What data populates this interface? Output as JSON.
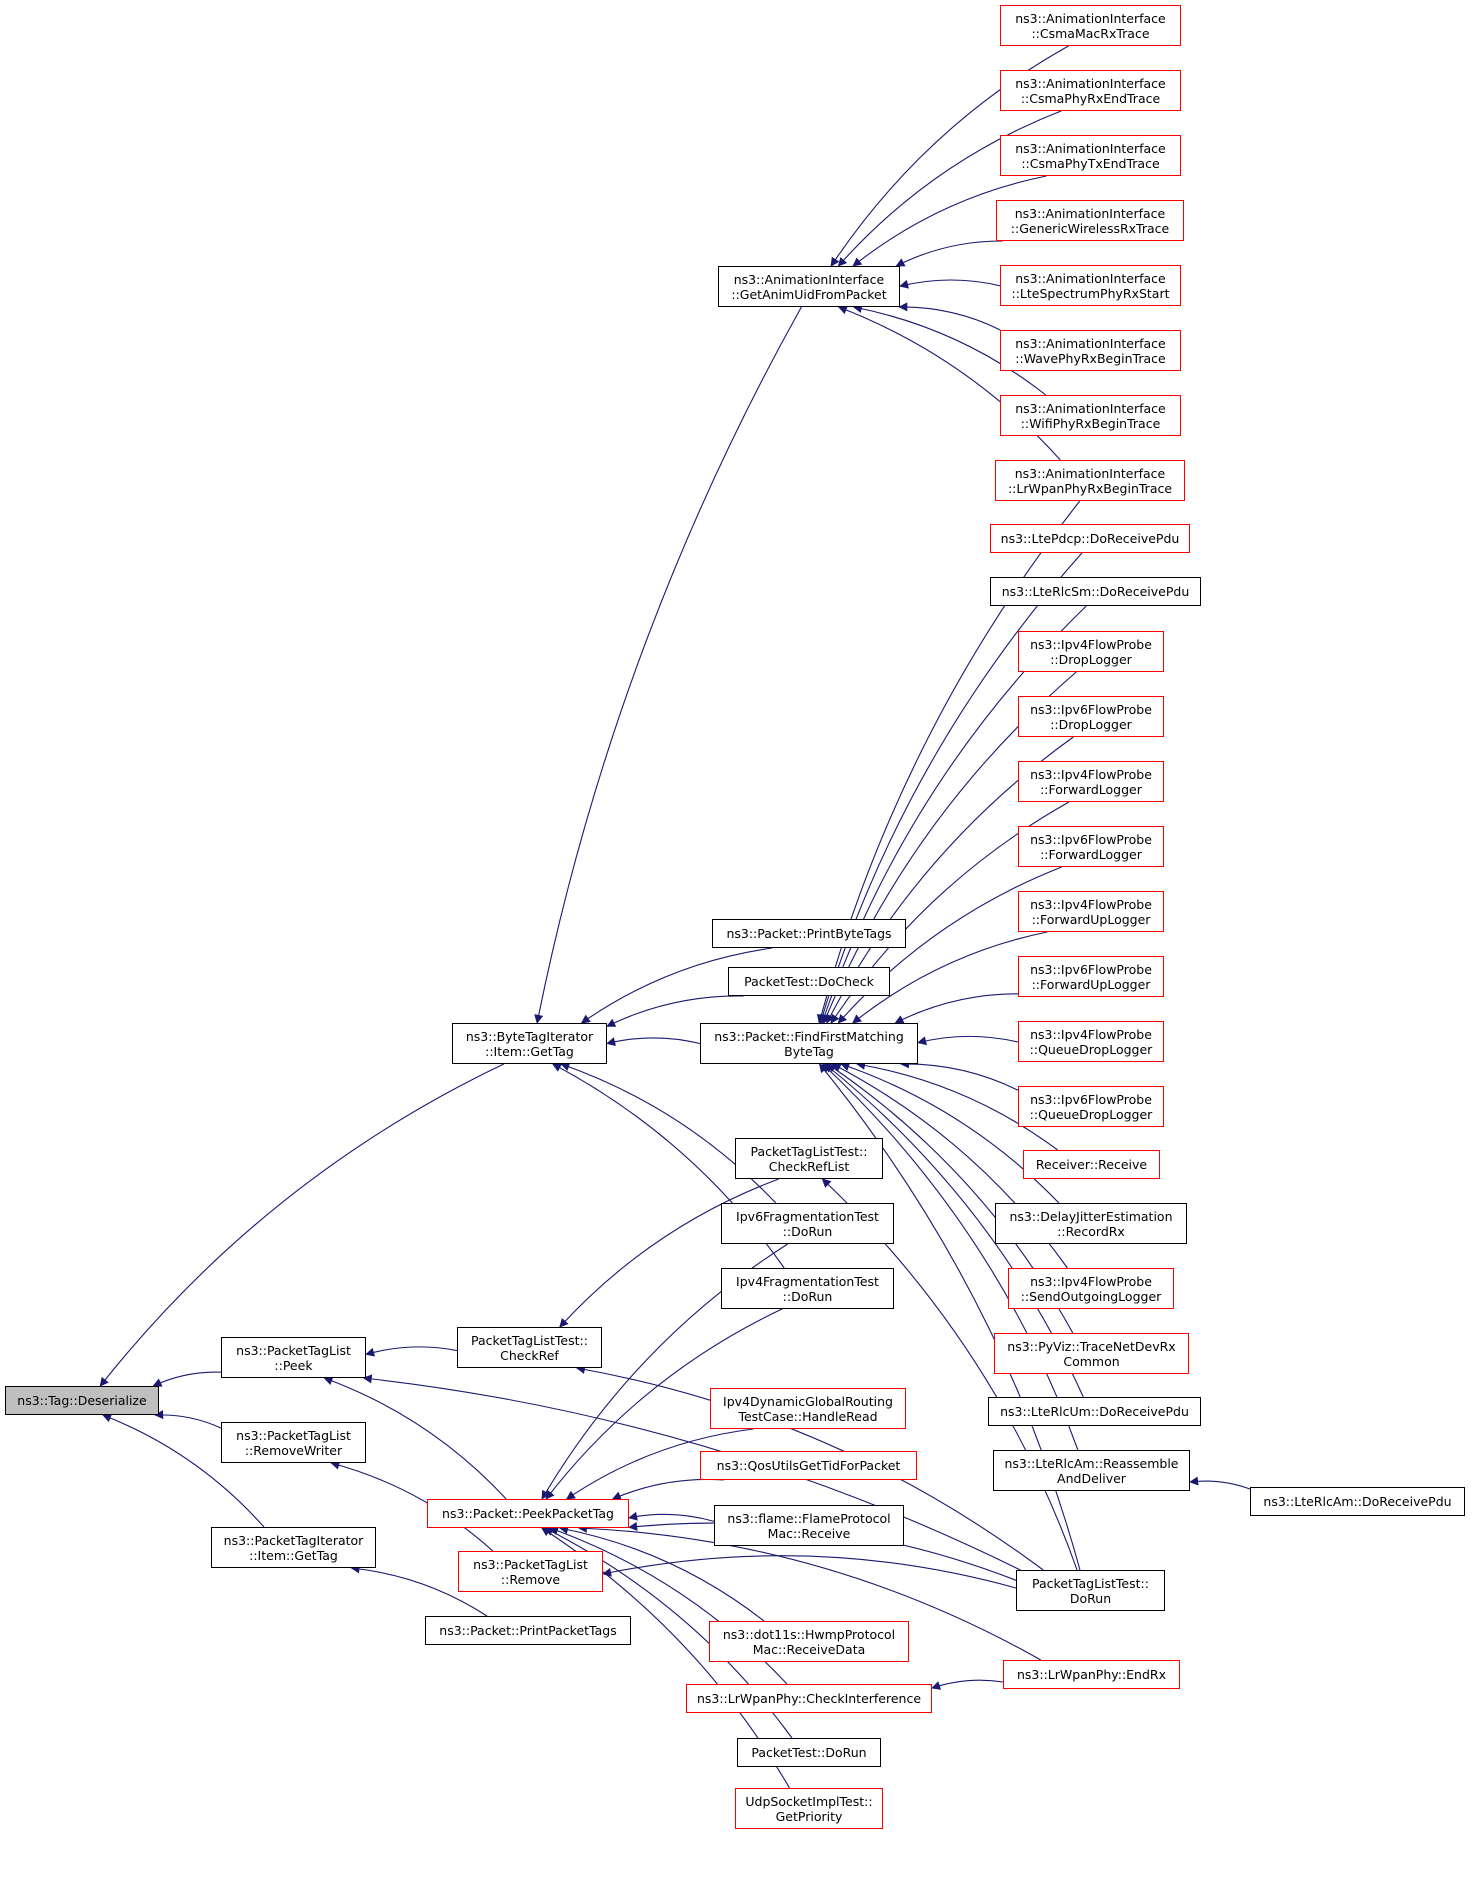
{
  "diagram": {
    "nodes": [
      {
        "id": "tag-deserialize",
        "lines": [
          "ns3::Tag::Deserialize"
        ],
        "style": "root"
      },
      {
        "id": "bti-gettag",
        "lines": [
          "ns3::ByteTagIterator",
          "::Item::GetTag"
        ],
        "style": "black"
      },
      {
        "id": "ptl-peek",
        "lines": [
          "ns3::PacketTagList",
          "::Peek"
        ],
        "style": "black"
      },
      {
        "id": "ptl-removewriter",
        "lines": [
          "ns3::PacketTagList",
          "::RemoveWriter"
        ],
        "style": "black"
      },
      {
        "id": "pti-gettag",
        "lines": [
          "ns3::PacketTagIterator",
          "::Item::GetTag"
        ],
        "style": "black"
      },
      {
        "id": "ai-getanimuid",
        "lines": [
          "ns3::AnimationInterface",
          "::GetAnimUidFromPacket"
        ],
        "style": "black"
      },
      {
        "id": "pkt-printbytetags",
        "lines": [
          "ns3::Packet::PrintByteTags"
        ],
        "style": "black"
      },
      {
        "id": "packettest-docheck",
        "lines": [
          "PacketTest::DoCheck"
        ],
        "style": "black"
      },
      {
        "id": "pkt-findfirstmatching",
        "lines": [
          "ns3::Packet::FindFirstMatching",
          "ByteTag"
        ],
        "style": "black"
      },
      {
        "id": "ptlt-checkreflist",
        "lines": [
          "PacketTagListTest::",
          "CheckRefList"
        ],
        "style": "black"
      },
      {
        "id": "ipv6frag-dorun",
        "lines": [
          "Ipv6FragmentationTest",
          "::DoRun"
        ],
        "style": "black"
      },
      {
        "id": "ipv4frag-dorun",
        "lines": [
          "Ipv4FragmentationTest",
          "::DoRun"
        ],
        "style": "black"
      },
      {
        "id": "ptlt-checkref",
        "lines": [
          "PacketTagListTest::",
          "CheckRef"
        ],
        "style": "black"
      },
      {
        "id": "ipv4dyn-handleread",
        "lines": [
          "Ipv4DynamicGlobalRouting",
          "TestCase::HandleRead"
        ],
        "style": "red"
      },
      {
        "id": "qosutils",
        "lines": [
          "ns3::QosUtilsGetTidForPacket"
        ],
        "style": "red"
      },
      {
        "id": "pkt-peekpackettag",
        "lines": [
          "ns3::Packet::PeekPacketTag"
        ],
        "style": "red"
      },
      {
        "id": "flame-receive",
        "lines": [
          "ns3::flame::FlameProtocol",
          "Mac::Receive"
        ],
        "style": "black"
      },
      {
        "id": "ptl-remove",
        "lines": [
          "ns3::PacketTagList",
          "::Remove"
        ],
        "style": "red"
      },
      {
        "id": "pkt-printpackettags",
        "lines": [
          "ns3::Packet::PrintPacketTags"
        ],
        "style": "black"
      },
      {
        "id": "hwmp-receivedata",
        "lines": [
          "ns3::dot11s::HwmpProtocol",
          "Mac::ReceiveData"
        ],
        "style": "red"
      },
      {
        "id": "lrwpan-checkinterference",
        "lines": [
          "ns3::LrWpanPhy::CheckInterference"
        ],
        "style": "red"
      },
      {
        "id": "packettest-dorun",
        "lines": [
          "PacketTest::DoRun"
        ],
        "style": "black"
      },
      {
        "id": "udpsocket-getpriority",
        "lines": [
          "UdpSocketImplTest::",
          "GetPriority"
        ],
        "style": "red"
      },
      {
        "id": "ai-csmamacrx",
        "lines": [
          "ns3::AnimationInterface",
          "::CsmaMacRxTrace"
        ],
        "style": "red"
      },
      {
        "id": "ai-csmaphyrxend",
        "lines": [
          "ns3::AnimationInterface",
          "::CsmaPhyRxEndTrace"
        ],
        "style": "red"
      },
      {
        "id": "ai-csmaphytxend",
        "lines": [
          "ns3::AnimationInterface",
          "::CsmaPhyTxEndTrace"
        ],
        "style": "red"
      },
      {
        "id": "ai-genericwireless",
        "lines": [
          "ns3::AnimationInterface",
          "::GenericWirelessRxTrace"
        ],
        "style": "red"
      },
      {
        "id": "ai-ltespectrum",
        "lines": [
          "ns3::AnimationInterface",
          "::LteSpectrumPhyRxStart"
        ],
        "style": "red"
      },
      {
        "id": "ai-wavephy",
        "lines": [
          "ns3::AnimationInterface",
          "::WavePhyRxBeginTrace"
        ],
        "style": "red"
      },
      {
        "id": "ai-wifiphy",
        "lines": [
          "ns3::AnimationInterface",
          "::WifiPhyRxBeginTrace"
        ],
        "style": "red"
      },
      {
        "id": "ai-lrwpanphy",
        "lines": [
          "ns3::AnimationInterface",
          "::LrWpanPhyRxBeginTrace"
        ],
        "style": "red"
      },
      {
        "id": "ltepdcp-doreceive",
        "lines": [
          "ns3::LtePdcp::DoReceivePdu"
        ],
        "style": "red"
      },
      {
        "id": "lterlcsm-doreceive",
        "lines": [
          "ns3::LteRlcSm::DoReceivePdu"
        ],
        "style": "black"
      },
      {
        "id": "ipv4fp-droplogger",
        "lines": [
          "ns3::Ipv4FlowProbe",
          "::DropLogger"
        ],
        "style": "red"
      },
      {
        "id": "ipv6fp-droplogger",
        "lines": [
          "ns3::Ipv6FlowProbe",
          "::DropLogger"
        ],
        "style": "red"
      },
      {
        "id": "ipv4fp-forwardlogger",
        "lines": [
          "ns3::Ipv4FlowProbe",
          "::ForwardLogger"
        ],
        "style": "red"
      },
      {
        "id": "ipv6fp-forwardlogger",
        "lines": [
          "ns3::Ipv6FlowProbe",
          "::ForwardLogger"
        ],
        "style": "red"
      },
      {
        "id": "ipv4fp-forwarduplogger",
        "lines": [
          "ns3::Ipv4FlowProbe",
          "::ForwardUpLogger"
        ],
        "style": "red"
      },
      {
        "id": "ipv6fp-forwarduplogger",
        "lines": [
          "ns3::Ipv6FlowProbe",
          "::ForwardUpLogger"
        ],
        "style": "red"
      },
      {
        "id": "ipv4fp-queuedroplogger",
        "lines": [
          "ns3::Ipv4FlowProbe",
          "::QueueDropLogger"
        ],
        "style": "red"
      },
      {
        "id": "ipv6fp-queuedroplogger",
        "lines": [
          "ns3::Ipv6FlowProbe",
          "::QueueDropLogger"
        ],
        "style": "red"
      },
      {
        "id": "receiver-receive",
        "lines": [
          "Receiver::Receive"
        ],
        "style": "red"
      },
      {
        "id": "delayjitter-recordrx",
        "lines": [
          "ns3::DelayJitterEstimation",
          "::RecordRx"
        ],
        "style": "black"
      },
      {
        "id": "ipv4fp-sendoutgoing",
        "lines": [
          "ns3::Ipv4FlowProbe",
          "::SendOutgoingLogger"
        ],
        "style": "red"
      },
      {
        "id": "pyviz-tracenetdevrx",
        "lines": [
          "ns3::PyViz::TraceNetDevRx",
          "Common"
        ],
        "style": "red"
      },
      {
        "id": "lterlcum-doreceive",
        "lines": [
          "ns3::LteRlcUm::DoReceivePdu"
        ],
        "style": "black"
      },
      {
        "id": "lterlcam-reassemble",
        "lines": [
          "ns3::LteRlcAm::Reassemble",
          "AndDeliver"
        ],
        "style": "black"
      },
      {
        "id": "lterlcam-doreceive",
        "lines": [
          "ns3::LteRlcAm::DoReceivePdu"
        ],
        "style": "black"
      },
      {
        "id": "ptlt-dorun",
        "lines": [
          "PacketTagListTest::",
          "DoRun"
        ],
        "style": "black"
      },
      {
        "id": "lrwpan-endrx",
        "lines": [
          "ns3::LrWpanPhy::EndRx"
        ],
        "style": "red"
      }
    ],
    "edges": [
      {
        "from": "bti-gettag",
        "to": "tag-deserialize"
      },
      {
        "from": "ptl-peek",
        "to": "tag-deserialize"
      },
      {
        "from": "ptl-removewriter",
        "to": "tag-deserialize"
      },
      {
        "from": "pti-gettag",
        "to": "tag-deserialize"
      },
      {
        "from": "ai-getanimuid",
        "to": "bti-gettag"
      },
      {
        "from": "pkt-printbytetags",
        "to": "bti-gettag"
      },
      {
        "from": "packettest-docheck",
        "to": "bti-gettag"
      },
      {
        "from": "pkt-findfirstmatching",
        "to": "bti-gettag"
      },
      {
        "from": "ipv6frag-dorun",
        "to": "bti-gettag"
      },
      {
        "from": "ipv4frag-dorun",
        "to": "bti-gettag"
      },
      {
        "from": "ai-csmamacrx",
        "to": "ai-getanimuid"
      },
      {
        "from": "ai-csmaphyrxend",
        "to": "ai-getanimuid"
      },
      {
        "from": "ai-csmaphytxend",
        "to": "ai-getanimuid"
      },
      {
        "from": "ai-genericwireless",
        "to": "ai-getanimuid"
      },
      {
        "from": "ai-ltespectrum",
        "to": "ai-getanimuid"
      },
      {
        "from": "ai-wavephy",
        "to": "ai-getanimuid"
      },
      {
        "from": "ai-wifiphy",
        "to": "ai-getanimuid"
      },
      {
        "from": "ai-lrwpanphy",
        "to": "ai-getanimuid"
      },
      {
        "from": "ai-lrwpanphy",
        "to": "pkt-findfirstmatching"
      },
      {
        "from": "ltepdcp-doreceive",
        "to": "pkt-findfirstmatching"
      },
      {
        "from": "lterlcsm-doreceive",
        "to": "pkt-findfirstmatching"
      },
      {
        "from": "ipv4fp-droplogger",
        "to": "pkt-findfirstmatching"
      },
      {
        "from": "ipv6fp-droplogger",
        "to": "pkt-findfirstmatching"
      },
      {
        "from": "ipv4fp-forwardlogger",
        "to": "pkt-findfirstmatching"
      },
      {
        "from": "ipv6fp-forwardlogger",
        "to": "pkt-findfirstmatching"
      },
      {
        "from": "ipv4fp-forwarduplogger",
        "to": "pkt-findfirstmatching"
      },
      {
        "from": "ipv6fp-forwarduplogger",
        "to": "pkt-findfirstmatching"
      },
      {
        "from": "ipv4fp-queuedroplogger",
        "to": "pkt-findfirstmatching"
      },
      {
        "from": "ipv6fp-queuedroplogger",
        "to": "pkt-findfirstmatching"
      },
      {
        "from": "receiver-receive",
        "to": "pkt-findfirstmatching"
      },
      {
        "from": "delayjitter-recordrx",
        "to": "pkt-findfirstmatching"
      },
      {
        "from": "ipv4fp-sendoutgoing",
        "to": "pkt-findfirstmatching"
      },
      {
        "from": "pyviz-tracenetdevrx",
        "to": "pkt-findfirstmatching"
      },
      {
        "from": "lterlcum-doreceive",
        "to": "pkt-findfirstmatching"
      },
      {
        "from": "lterlcam-reassemble",
        "to": "pkt-findfirstmatching"
      },
      {
        "from": "lterlcam-doreceive",
        "to": "lterlcam-reassemble"
      },
      {
        "from": "ptlt-dorun",
        "to": "pkt-findfirstmatching"
      },
      {
        "from": "ptlt-dorun",
        "to": "ptl-peek"
      },
      {
        "from": "ptlt-dorun",
        "to": "ptlt-checkreflist"
      },
      {
        "from": "ptlt-dorun",
        "to": "ptlt-checkref"
      },
      {
        "from": "ptlt-dorun",
        "to": "pkt-peekpackettag"
      },
      {
        "from": "lrwpan-endrx",
        "to": "pkt-peekpackettag"
      },
      {
        "from": "lrwpan-endrx",
        "to": "lrwpan-checkinterference"
      },
      {
        "from": "ptlt-checkreflist",
        "to": "ptlt-checkref"
      },
      {
        "from": "ptlt-checkref",
        "to": "ptl-peek"
      },
      {
        "from": "pkt-peekpackettag",
        "to": "ptl-peek"
      },
      {
        "from": "ipv6frag-dorun",
        "to": "pkt-peekpackettag"
      },
      {
        "from": "ipv4frag-dorun",
        "to": "pkt-peekpackettag"
      },
      {
        "from": "ipv4dyn-handleread",
        "to": "pkt-peekpackettag"
      },
      {
        "from": "qosutils",
        "to": "pkt-peekpackettag"
      },
      {
        "from": "flame-receive",
        "to": "pkt-peekpackettag"
      },
      {
        "from": "hwmp-receivedata",
        "to": "pkt-peekpackettag"
      },
      {
        "from": "lrwpan-checkinterference",
        "to": "pkt-peekpackettag"
      },
      {
        "from": "packettest-dorun",
        "to": "pkt-peekpackettag"
      },
      {
        "from": "udpsocket-getpriority",
        "to": "pkt-peekpackettag"
      },
      {
        "from": "ptl-remove",
        "to": "ptl-removewriter"
      },
      {
        "from": "ptlt-dorun",
        "to": "ptl-remove"
      },
      {
        "from": "pkt-printpackettags",
        "to": "pti-gettag"
      }
    ]
  },
  "colors": {
    "edge": "#191970",
    "black_border": "#000000",
    "red_border": "#ff0000",
    "root_fill": "#bfbfbf",
    "node_fill": "#ffffff"
  }
}
